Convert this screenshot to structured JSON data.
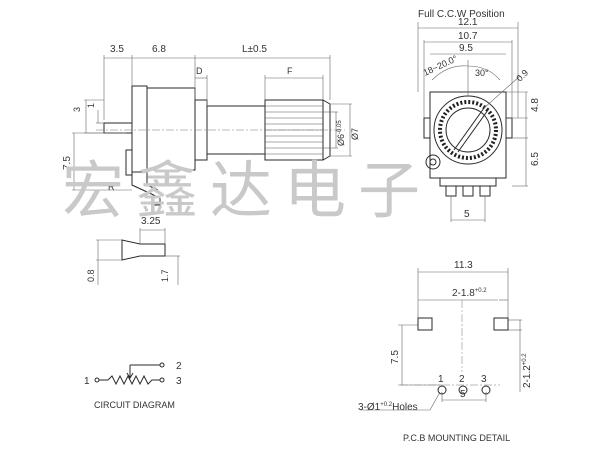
{
  "side_view": {
    "dim_3_5": "3.5",
    "dim_6_8": "6.8",
    "dim_L": "L±0.5",
    "dim_D": "D",
    "dim_F": "F",
    "dim_3": "3",
    "dim_1": "1",
    "dim_7_5": "7.5",
    "label_R": "R",
    "dim_3_25": "3.25",
    "dim_0_8": "0.8",
    "dim_1_7": "1.7",
    "dim_phi6": "Ø6",
    "dim_phi6_tol": "-0.05",
    "dim_phi7": "Ø7"
  },
  "front_view": {
    "title": "Full C.C.W Position",
    "dim_12_1": "12.1",
    "dim_10_7": "10.7",
    "dim_9_5": "9.5",
    "dim_angle_18_20": "18~20.0°",
    "dim_angle_30": "30°",
    "dim_0_9": "0.9",
    "dim_4_8": "4.8",
    "dim_6_5": "6.5",
    "dim_5": "5"
  },
  "circuit": {
    "label": "CIRCUIT DIAGRAM",
    "pin_1": "1",
    "pin_2": "2",
    "pin_3": "3"
  },
  "pcb": {
    "label": "P.C.B MOUNTING DETAIL",
    "dim_11_3": "11.3",
    "dim_2_1_8": "2-1.8",
    "tol_2_1_8": "+0.2",
    "dim_7_5": "7.5",
    "dim_2_1_2": "2-1.2",
    "tol_2_1_2": "+0.2",
    "dim_5": "5",
    "holes": "3-Ø1",
    "holes_tol": "+0.2",
    "holes_suffix": "Holes",
    "pin_1": "1",
    "pin_2": "2",
    "pin_3": "3"
  },
  "watermark": "宏鑫达电子"
}
